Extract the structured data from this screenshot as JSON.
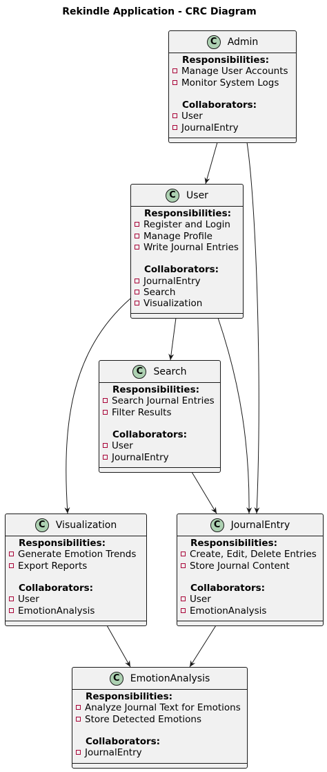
{
  "title": "Rekindle Application - CRC Diagram",
  "classes": [
    {
      "name": "Admin",
      "icon": "C",
      "responsibilities_label": "Responsibilities:",
      "responsibilities": [
        "Manage User Accounts",
        "Monitor System Logs"
      ],
      "collaborators_label": "Collaborators:",
      "collaborators": [
        "User",
        "JournalEntry"
      ]
    },
    {
      "name": "User",
      "icon": "C",
      "responsibilities_label": "Responsibilities:",
      "responsibilities": [
        "Register and Login",
        "Manage Profile",
        "Write Journal Entries"
      ],
      "collaborators_label": "Collaborators:",
      "collaborators": [
        "JournalEntry",
        "Search",
        "Visualization"
      ]
    },
    {
      "name": "Search",
      "icon": "C",
      "responsibilities_label": "Responsibilities:",
      "responsibilities": [
        "Search Journal Entries",
        "Filter Results"
      ],
      "collaborators_label": "Collaborators:",
      "collaborators": [
        "User",
        "JournalEntry"
      ]
    },
    {
      "name": "Visualization",
      "icon": "C",
      "responsibilities_label": "Responsibilities:",
      "responsibilities": [
        "Generate Emotion Trends",
        "Export Reports"
      ],
      "collaborators_label": "Collaborators:",
      "collaborators": [
        "User",
        "EmotionAnalysis"
      ]
    },
    {
      "name": "JournalEntry",
      "icon": "C",
      "responsibilities_label": "Responsibilities:",
      "responsibilities": [
        "Create, Edit, Delete Entries",
        "Store Journal Content"
      ],
      "collaborators_label": "Collaborators:",
      "collaborators": [
        "User",
        "EmotionAnalysis"
      ]
    },
    {
      "name": "EmotionAnalysis",
      "icon": "C",
      "responsibilities_label": "Responsibilities:",
      "responsibilities": [
        "Analyze Journal Text for Emotions",
        "Store Detected Emotions"
      ],
      "collaborators_label": "Collaborators:",
      "collaborators": [
        "JournalEntry"
      ]
    }
  ],
  "relations": [
    {
      "from": "Admin",
      "to": "User"
    },
    {
      "from": "Admin",
      "to": "JournalEntry"
    },
    {
      "from": "User",
      "to": "Search"
    },
    {
      "from": "User",
      "to": "JournalEntry"
    },
    {
      "from": "User",
      "to": "Visualization"
    },
    {
      "from": "Search",
      "to": "JournalEntry"
    },
    {
      "from": "Visualization",
      "to": "EmotionAnalysis"
    },
    {
      "from": "JournalEntry",
      "to": "EmotionAnalysis"
    }
  ],
  "colors": {
    "class_fill": "#f1f1f1",
    "class_border": "#181818",
    "icon_fill": "#add1b2",
    "visibility_marker": "#a80036"
  }
}
